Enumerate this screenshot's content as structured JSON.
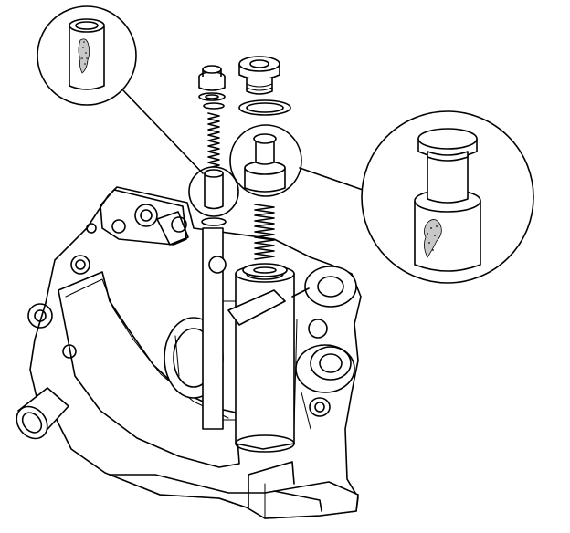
{
  "figure": {
    "colors": {
      "line": "#000000",
      "background": "#ffffff",
      "stipple": "#c8c8c8"
    },
    "callouts": [
      {
        "part": "valve-bore-sleeve",
        "marker": "stipple-wear"
      },
      {
        "part": "stepped-valve",
        "marker": "stipple-wear"
      }
    ]
  }
}
